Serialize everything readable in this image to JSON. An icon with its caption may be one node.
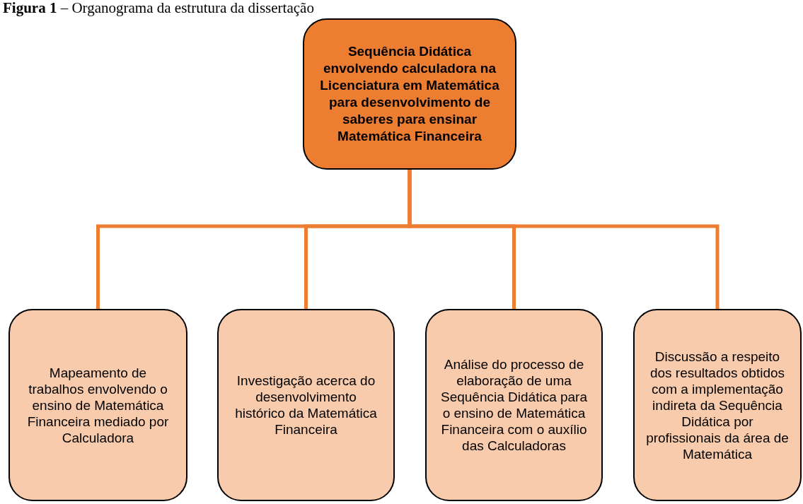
{
  "diagram": {
    "title": "**Figura 1** – Organograma da estrutura da dissertação",
    "nodes": [
      {
        "text": [
          "Sequência Didática envolvendo calculadora na Licenciatura em Matemática para desenvolvimento de saberes para ensinar Matemática Financeira"
        ]
      },
      {
        "text": [
          "Mapeamento de trabalhos envolvendo o ensino de Matemática Financeira mediado por Calculadora"
        ]
      },
      {
        "text": [
          "Investigação acerca do desenvolvimento histórico da Matemática Financeira"
        ]
      },
      {
        "text": [
          "Análise do processo de elaboração de uma Sequência Didática para o ensino de Matemática Financeira com o auxílio das Calculadoras"
        ]
      },
      {
        "text": [
          "Discussão a respeito dos resultados obtidos com a implementação indireta da Sequência Didática por profissionais da área de Matemática"
        ]
      }
    ],
    "edges": [
      {
        "from": 0,
        "to": 1,
        "arrow": "none"
      },
      {
        "from": 0,
        "to": 2,
        "arrow": "none"
      },
      {
        "from": 0,
        "to": 3,
        "arrow": "none"
      },
      {
        "from": 0,
        "to": 4,
        "arrow": "none"
      }
    ]
  }
}
